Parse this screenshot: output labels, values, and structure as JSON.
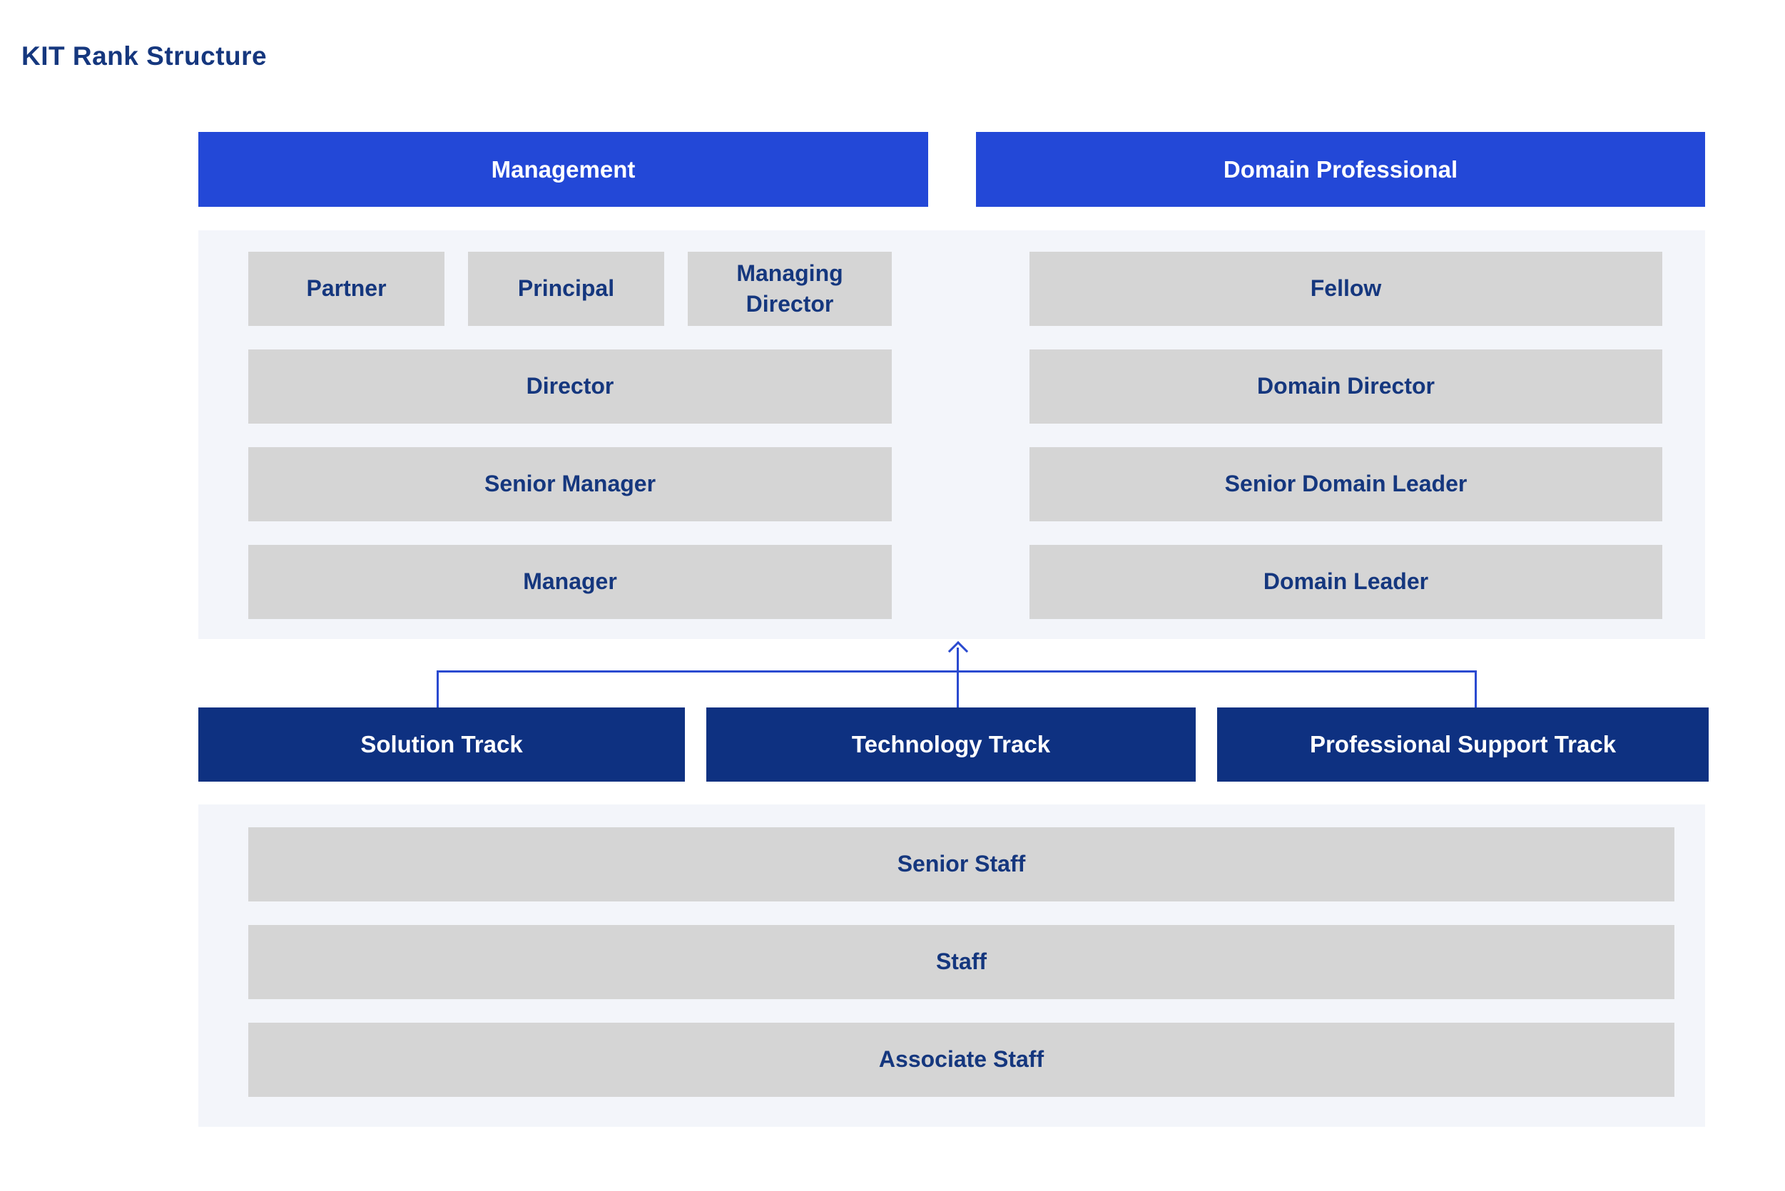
{
  "page": {
    "title": "KIT Rank Structure"
  },
  "colors": {
    "header_blue": "#2348D7",
    "track_navy": "#0E3181",
    "box_gray": "#D5D5D5",
    "panel_bg": "#F3F5FA",
    "label_navy": "#15377E",
    "label_white": "#FFFFFF",
    "connector_blue": "#2A4AD0",
    "page_bg": "#FFFFFF"
  },
  "management": {
    "header": "Management",
    "top_row": [
      "Partner",
      "Principal",
      "Managing Director"
    ],
    "levels": [
      "Director",
      "Senior Manager",
      "Manager"
    ]
  },
  "domain_professional": {
    "header": "Domain Professional",
    "levels": [
      "Fellow",
      "Domain Director",
      "Senior Domain Leader",
      "Domain Leader"
    ]
  },
  "tracks": {
    "items": [
      "Solution Track",
      "Technology Track",
      "Professional Support Track"
    ]
  },
  "staff": {
    "levels": [
      "Senior Staff",
      "Staff",
      "Associate Staff"
    ]
  }
}
